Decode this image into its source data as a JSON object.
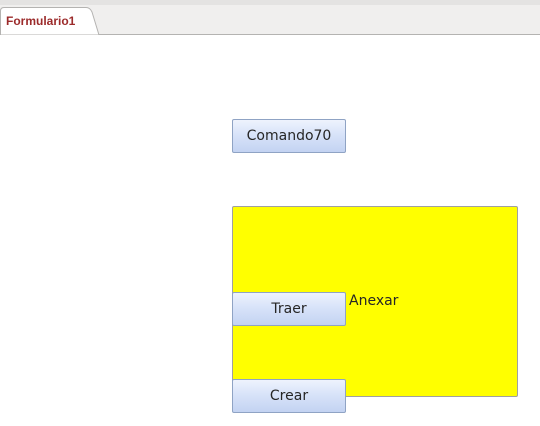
{
  "tabs": [
    {
      "label": "Formulario1",
      "active": true
    }
  ],
  "form": {
    "comando_button_label": "Comando70",
    "attach_label": "Anexar",
    "traer_button_label": "Traer",
    "crear_button_label": "Crear",
    "panel_color": "#ffff00",
    "button_text_color": "#262626"
  },
  "colors": {
    "tab_label": "#9c2b2b",
    "tab_strip": "#f0efee",
    "button_border": "#8fa3c4"
  }
}
